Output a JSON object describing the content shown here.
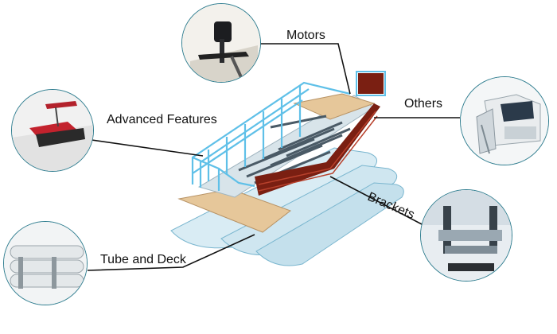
{
  "labels": {
    "motors": "Motors",
    "others": "Others",
    "advanced_features": "Advanced Features",
    "brackets": "Brackets",
    "tube_and_deck": "Tube and Deck"
  },
  "colors": {
    "circle_border": "#2f7d8f",
    "rail_blue": "#5fc0e8",
    "deck_wood": "#e6c79a",
    "fence_red": "#7a1f12",
    "pontoon": "#d9ecf4",
    "leader_line": "#111111"
  },
  "icons": {
    "motors": "outboard-motor-icon",
    "others": "pontoon-slide-icon",
    "advanced_features": "boat-helm-seat-icon",
    "brackets": "pontoon-bracket-icon",
    "tube_and_deck": "stacked-pontoon-tubes-icon"
  }
}
